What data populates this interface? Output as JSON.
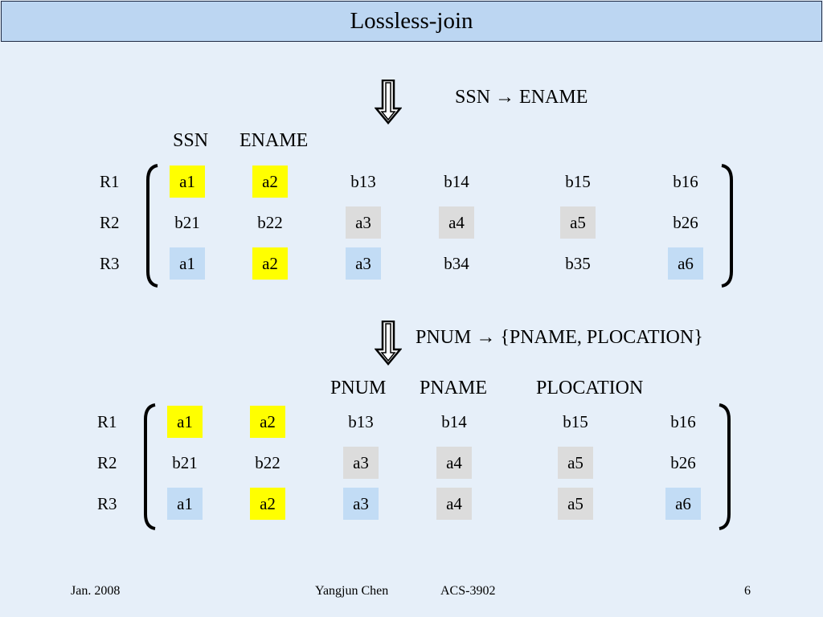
{
  "title": "Lossless-join",
  "step1": {
    "fd": "SSN → ENAME",
    "headers": [
      "SSN",
      "ENAME"
    ],
    "rows": [
      {
        "label": "R1",
        "cells": [
          {
            "v": "a1",
            "c": "yellow"
          },
          {
            "v": "a2",
            "c": "yellow"
          },
          {
            "v": "b13",
            "c": ""
          },
          {
            "v": "b14",
            "c": ""
          },
          {
            "v": "b15",
            "c": ""
          },
          {
            "v": "b16",
            "c": ""
          }
        ]
      },
      {
        "label": "R2",
        "cells": [
          {
            "v": "b21",
            "c": ""
          },
          {
            "v": "b22",
            "c": ""
          },
          {
            "v": "a3",
            "c": "gray"
          },
          {
            "v": "a4",
            "c": "gray"
          },
          {
            "v": "a5",
            "c": "gray"
          },
          {
            "v": "b26",
            "c": ""
          }
        ]
      },
      {
        "label": "R3",
        "cells": [
          {
            "v": "a1",
            "c": "blue"
          },
          {
            "v": "a2",
            "c": "yellow"
          },
          {
            "v": "a3",
            "c": "blue"
          },
          {
            "v": "b34",
            "c": ""
          },
          {
            "v": "b35",
            "c": ""
          },
          {
            "v": "a6",
            "c": "blue"
          }
        ]
      }
    ]
  },
  "step2": {
    "fd": "PNUM → {PNAME, PLOCATION}",
    "headers": [
      "PNUM",
      "PNAME",
      "PLOCATION"
    ],
    "rows": [
      {
        "label": "R1",
        "cells": [
          {
            "v": "a1",
            "c": "yellow"
          },
          {
            "v": "a2",
            "c": "yellow"
          },
          {
            "v": "b13",
            "c": ""
          },
          {
            "v": "b14",
            "c": ""
          },
          {
            "v": "b15",
            "c": ""
          },
          {
            "v": "b16",
            "c": ""
          }
        ]
      },
      {
        "label": "R2",
        "cells": [
          {
            "v": "b21",
            "c": ""
          },
          {
            "v": "b22",
            "c": ""
          },
          {
            "v": "a3",
            "c": "gray"
          },
          {
            "v": "a4",
            "c": "gray"
          },
          {
            "v": "a5",
            "c": "gray"
          },
          {
            "v": "b26",
            "c": ""
          }
        ]
      },
      {
        "label": "R3",
        "cells": [
          {
            "v": "a1",
            "c": "blue"
          },
          {
            "v": "a2",
            "c": "yellow"
          },
          {
            "v": "a3",
            "c": "blue"
          },
          {
            "v": "a4",
            "c": "gray"
          },
          {
            "v": "a5",
            "c": "gray"
          },
          {
            "v": "a6",
            "c": "blue"
          }
        ]
      }
    ]
  },
  "colors": {
    "yellow": "#ffff00",
    "gray": "#dcdcdc",
    "blue": "#c2dcf5",
    "background": "#e6eff9",
    "title_bar": "#bcd6f2"
  },
  "icons": {
    "step_arrow": "double-outline-down-arrow-icon",
    "bracket": "curly-bracket"
  },
  "footer": {
    "date": "Jan. 2008",
    "author": "Yangjun Chen",
    "course": "ACS-3902",
    "page": "6"
  }
}
